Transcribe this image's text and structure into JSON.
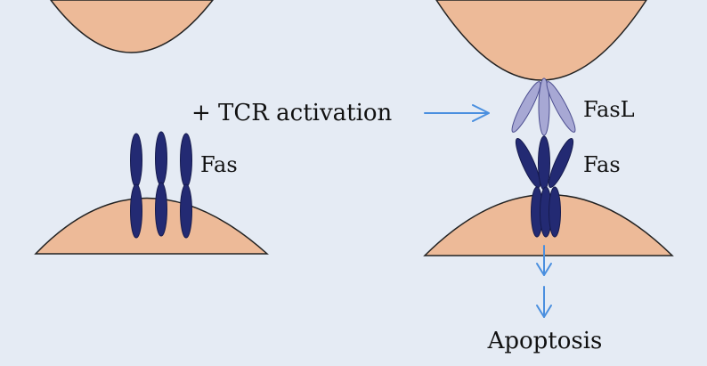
{
  "colors": {
    "background": "#e5ebf4",
    "cell_fill": "#edba98",
    "cell_outline": "#222222",
    "fas_receptor": "#232a73",
    "fasl_ligand": "#a7a8d4",
    "arrow": "#4a8fdf"
  },
  "left_panel": {
    "fas_label": "Fas"
  },
  "arrow_label": "+ TCR activation",
  "right_panel": {
    "fasl_label": "FasL",
    "fas_label": "Fas",
    "outcome_label": "Apoptosis"
  }
}
